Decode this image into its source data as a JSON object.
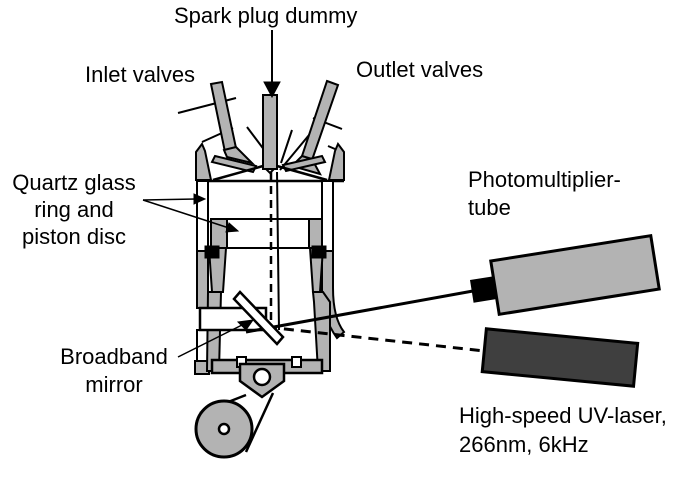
{
  "labels": {
    "spark_plug": "Spark plug dummy",
    "inlet_valves": "Inlet valves",
    "outlet_valves": "Outlet valves",
    "quartz": [
      "Quartz glass",
      "ring and",
      "piston disc"
    ],
    "photomultiplier": [
      "Photomultiplier-",
      "tube"
    ],
    "broadband_mirror": [
      "Broadband",
      "mirror"
    ],
    "uv_laser": [
      "High-speed UV-laser,",
      "266nm, 6kHz"
    ]
  },
  "colors": {
    "metal_gray": "#b3b3b3",
    "laser_dark_gray": "#3f3f3f",
    "line_black": "#000000",
    "background": "#ffffff"
  }
}
